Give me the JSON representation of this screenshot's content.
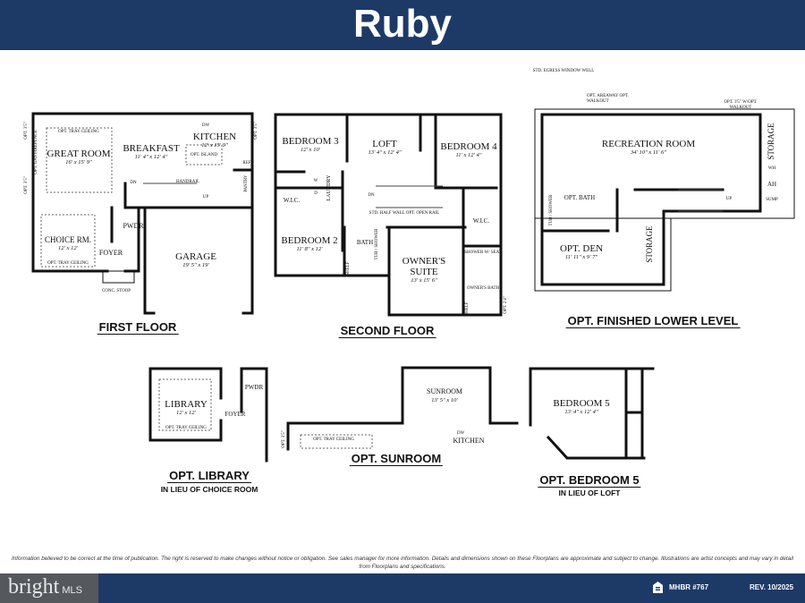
{
  "header": {
    "title": "Ruby"
  },
  "first_floor": {
    "caption": "FIRST FLOOR",
    "rooms": [
      {
        "name": "GREAT ROOM",
        "dim": "16' x 15' 9\""
      },
      {
        "name": "BREAKFAST",
        "dim": "11' 4\" x 12' 4\""
      },
      {
        "name": "KITCHEN",
        "dim": "12' x 15' 9\""
      },
      {
        "name": "CHOICE RM.",
        "dim": "12' x 12'"
      },
      {
        "name": "GARAGE",
        "dim": "19' 5\" x 19'"
      }
    ],
    "notes": {
      "tray1": "OPT. TRAY CEILING",
      "tray2": "OPT. TRAY CEILING",
      "island": "OPT. ISLAND",
      "dw": "DW",
      "ref": "REF",
      "pantry": "PANTRY",
      "pwdr": "PWDR",
      "foyer": "FOYER",
      "stoop": "CONC. STOOP",
      "dn": "DN",
      "up": "UP",
      "handrail": "HANDRAIL",
      "fireplace": "OPT. GAS FIREPLACE",
      "win1": "OPT. 3'5\"",
      "win2": "OPT. 3'5\"",
      "win3": "OPT. 3'5\""
    }
  },
  "second_floor": {
    "caption": "SECOND FLOOR",
    "rooms": [
      {
        "name": "BEDROOM 3",
        "dim": "12' x 10'"
      },
      {
        "name": "LOFT",
        "dim": "13' 4\" x 12' 4\""
      },
      {
        "name": "BEDROOM 4",
        "dim": "11' x 12' 4\""
      },
      {
        "name": "BEDROOM 2",
        "dim": "11' 8\" x 12'"
      },
      {
        "name": "OWNER'S SUITE",
        "dim": "13' x 15' 6\""
      }
    ],
    "notes": {
      "wic1": "W.I.C.",
      "wic2": "W.I.C.",
      "laundry": "LAUNDRY",
      "w": "W",
      "d": "D",
      "bath": "BATH",
      "owners_bath": "OWNER'S BATH",
      "dn": "DN",
      "halfwall": "STD. HALF WALL OPT. OPEN RAIL",
      "shower": "SHOWER W/ SEAT",
      "tub": "TUB / SHOWER",
      "linen1": "SHELF",
      "linen2": "SHELF",
      "win": "OPT. 2'4\""
    }
  },
  "lower_level": {
    "caption": "OPT. FINISHED LOWER LEVEL",
    "rooms": [
      {
        "name": "RECREATION ROOM",
        "dim": "34' 10\" x 11' 6\""
      },
      {
        "name": "OPT. DEN",
        "dim": "11' 11\" x 9' 7\""
      }
    ],
    "notes": {
      "storage1": "STORAGE",
      "storage2": "STORAGE",
      "bath": "OPT. BATH",
      "wh": "WH",
      "ah": "AH",
      "sump": "SUMP",
      "up": "UP",
      "egress": "STD. EGRESS WINDOW WELL",
      "areaway": "OPT. AREAWAY OPT. WALKOUT",
      "walkout": "OPT. 3'5\" W/OPT. WALKOUT",
      "tub": "TUB / SHOWER"
    }
  },
  "opt_library": {
    "caption": "OPT. LIBRARY",
    "subcaption": "IN LIEU OF CHOICE ROOM",
    "room": {
      "name": "LIBRARY",
      "dim": "12' x 12'"
    },
    "notes": {
      "tray": "OPT. TRAY CEILING",
      "pwdr": "PWDR",
      "foyer": "FOYER"
    }
  },
  "opt_sunroom": {
    "caption": "OPT. SUNROOM",
    "room": {
      "name": "SUNROOM",
      "dim": "13' 5\" x 10'"
    },
    "notes": {
      "tray": "OPT. TRAY CEILING",
      "kitchen": "KITCHEN",
      "dw": "DW",
      "win": "OPT. 3'5\""
    }
  },
  "opt_bedroom5": {
    "caption": "OPT. BEDROOM 5",
    "subcaption": "IN LIEU OF LOFT",
    "room": {
      "name": "BEDROOM 5",
      "dim": "13' 4\" x 12' 4\""
    }
  },
  "disclaimer": "Information believed to be correct at the time of publication. The right is reserved to make changes without notice or obligation. See sales manager for more information. Details and dimensions shown on these Floorplans are approximate and subject to change. Illustrations are artist concepts and may vary in detail from Floorplans and specifications.",
  "footer": {
    "logo": "bright",
    "logo_suffix": "MLS",
    "mhbr": "MHBR #767",
    "rev": "REV. 10/2025",
    "icon": "equal-housing-icon"
  },
  "colors": {
    "banner": "#1d3a67",
    "logo_box": "#55585c"
  }
}
